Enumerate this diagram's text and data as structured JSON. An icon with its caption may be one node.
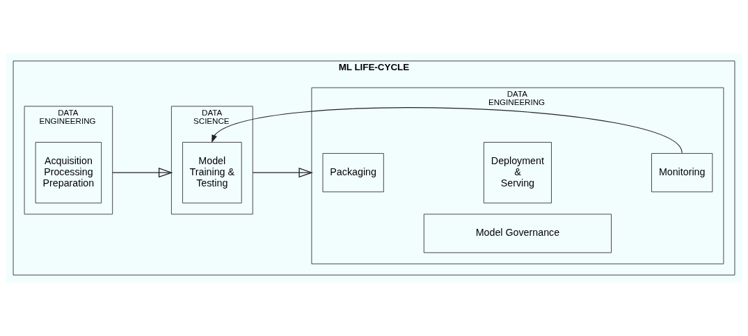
{
  "diagram": {
    "nodes": [
      {
        "text": [
          "ML LIFE-CYCLE"
        ]
      },
      {
        "text": [
          "DATA ENGINEERING"
        ],
        "in": 0
      },
      {
        "text": [
          "Acquisition Processing Preparation"
        ],
        "in": 1
      },
      {
        "text": [
          "DATA SCIENCE"
        ],
        "in": 0
      },
      {
        "text": [
          "Model Training & Testing"
        ],
        "in": 3
      },
      {
        "text": [
          "DATA ENGINEERING"
        ],
        "in": 0
      },
      {
        "text": [
          "Packaging"
        ],
        "in": 5
      },
      {
        "text": [
          "Deployment & Serving"
        ],
        "in": 5
      },
      {
        "text": [
          "Monitoring"
        ],
        "in": 5
      },
      {
        "text": [
          "Model Governance"
        ],
        "in": 5
      }
    ],
    "edges": [
      {
        "from": 1,
        "to": 3,
        "arrow": "to"
      },
      {
        "from": 3,
        "to": 5,
        "arrow": "to"
      },
      {
        "from": 8,
        "to": 4,
        "arrow": "to"
      }
    ]
  }
}
